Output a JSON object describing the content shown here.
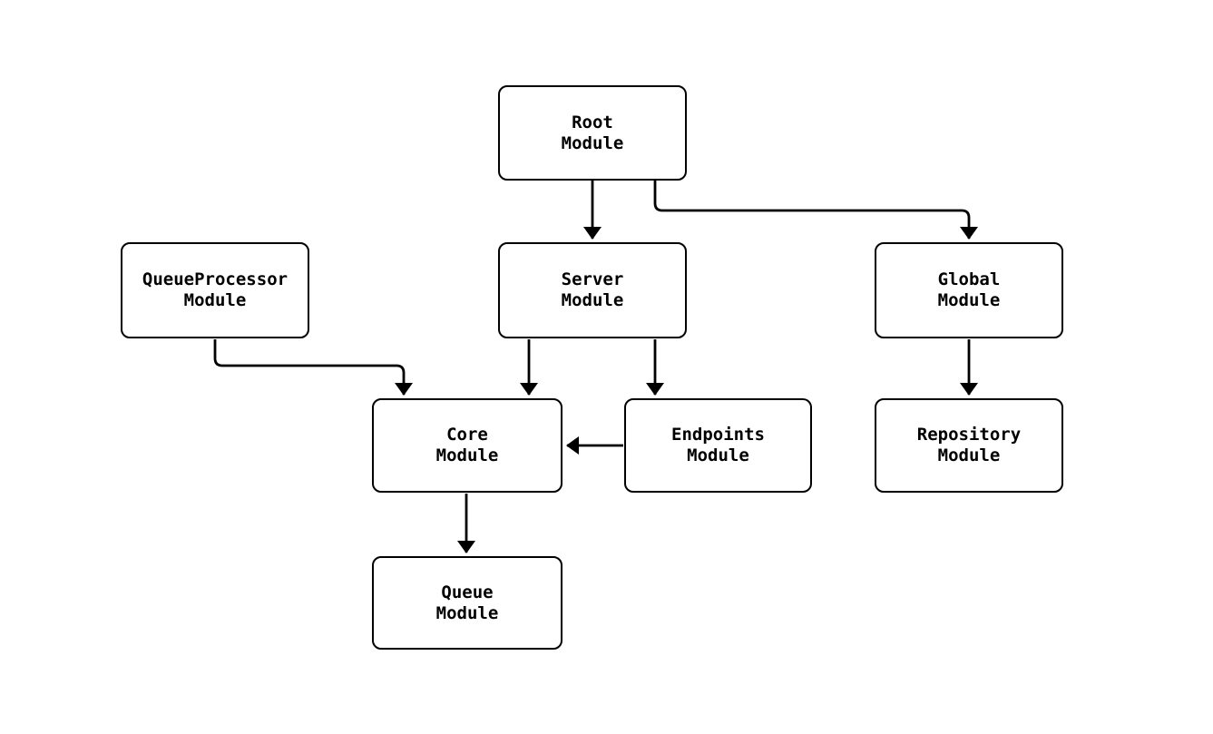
{
  "diagram": {
    "type": "flowchart",
    "background_color": "#ffffff",
    "node_fill_color": "#ffffff",
    "node_stroke_color": "#000000",
    "edge_color": "#000000",
    "text_color": "#000000",
    "nodes": {
      "root": {
        "label": "Root\nModule"
      },
      "queueprocessor": {
        "label": "QueueProcessor\nModule"
      },
      "server": {
        "label": "Server\nModule"
      },
      "global": {
        "label": "Global\nModule"
      },
      "core": {
        "label": "Core\nModule"
      },
      "endpoints": {
        "label": "Endpoints\nModule"
      },
      "repository": {
        "label": "Repository\nModule"
      },
      "queue": {
        "label": "Queue\nModule"
      }
    },
    "edges": [
      {
        "from": "Root Module",
        "to": "Server Module"
      },
      {
        "from": "Root Module",
        "to": "Global Module"
      },
      {
        "from": "QueueProcessor Module",
        "to": "Core Module"
      },
      {
        "from": "Server Module",
        "to": "Core Module"
      },
      {
        "from": "Server Module",
        "to": "Endpoints Module"
      },
      {
        "from": "Endpoints Module",
        "to": "Core Module"
      },
      {
        "from": "Global Module",
        "to": "Repository Module"
      },
      {
        "from": "Core Module",
        "to": "Queue Module"
      }
    ]
  }
}
